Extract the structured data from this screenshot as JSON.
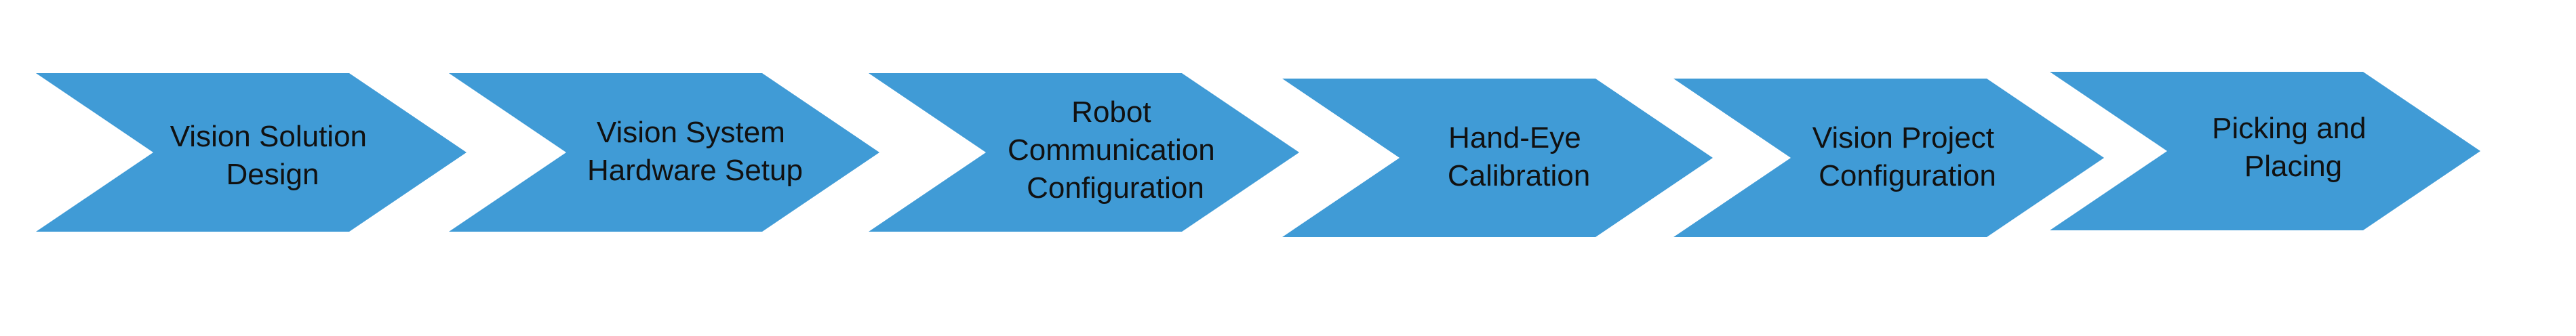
{
  "process_flow": {
    "fill_color": "#409bd6",
    "text_color": "#111111",
    "steps": [
      {
        "lines": [
          "Vision Solution",
          "Design"
        ]
      },
      {
        "lines": [
          "Vision System",
          "Hardware Setup"
        ]
      },
      {
        "lines": [
          "Robot",
          "Communication",
          "Configuration"
        ]
      },
      {
        "lines": [
          "Hand-Eye",
          "Calibration"
        ]
      },
      {
        "lines": [
          "Vision Project",
          "Configuration"
        ]
      },
      {
        "lines": [
          "Picking and",
          "Placing"
        ]
      }
    ]
  }
}
